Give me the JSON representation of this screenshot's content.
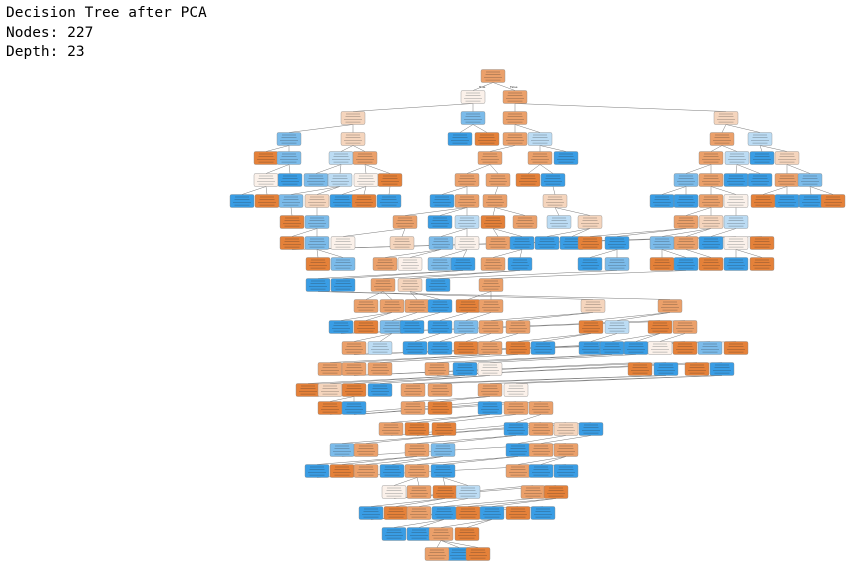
{
  "output": {
    "title": "Decision Tree after PCA",
    "nodes_line": "Nodes: 227",
    "depth_line": "Depth: 23"
  },
  "tree": {
    "node_count": 227,
    "depth": 23,
    "root_edge_labels": [
      "True",
      "False"
    ],
    "colors": {
      "class0_strong": "#e58139",
      "class0_medium": "#eba06a",
      "class0_light": "#f5d5bd",
      "neutral": "#fbf1ea",
      "class1_light": "#bcdcf4",
      "class1_medium": "#7bbbea",
      "class1_strong": "#399de5"
    }
  }
}
